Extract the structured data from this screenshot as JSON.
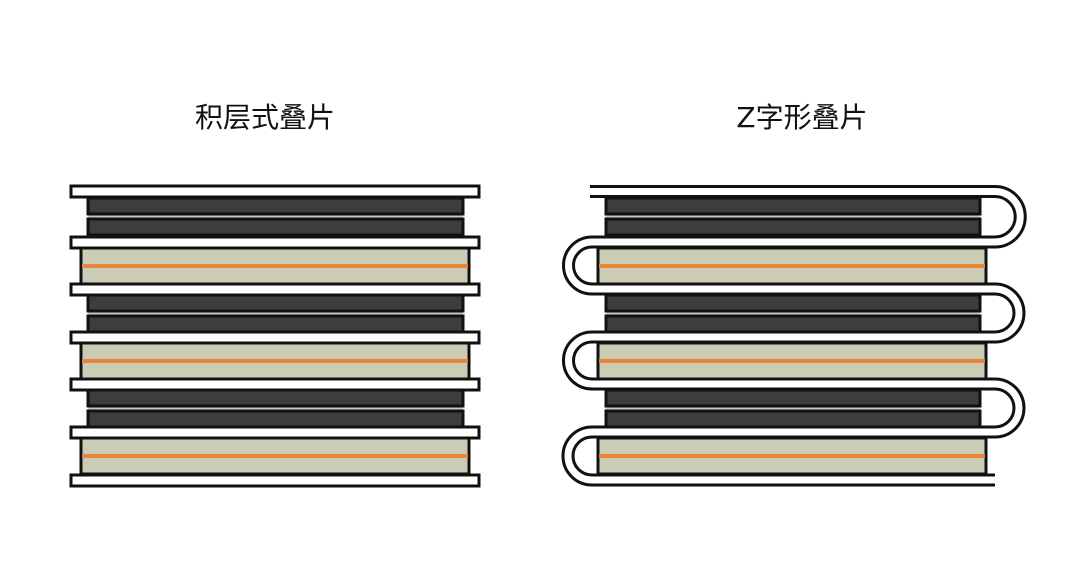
{
  "left_panel": {
    "title": "积层式叠片"
  },
  "right_panel": {
    "title": "Z字形叠片"
  },
  "layers": [
    "dark",
    "beige",
    "dark",
    "beige",
    "dark",
    "beige"
  ],
  "colors": {
    "dark": "#3c3d3e",
    "dark_gap": "#c8c8c8",
    "beige": "#cccbb5",
    "orange": "#e8843c",
    "separator": "#ffffff",
    "outline": "#111111"
  }
}
